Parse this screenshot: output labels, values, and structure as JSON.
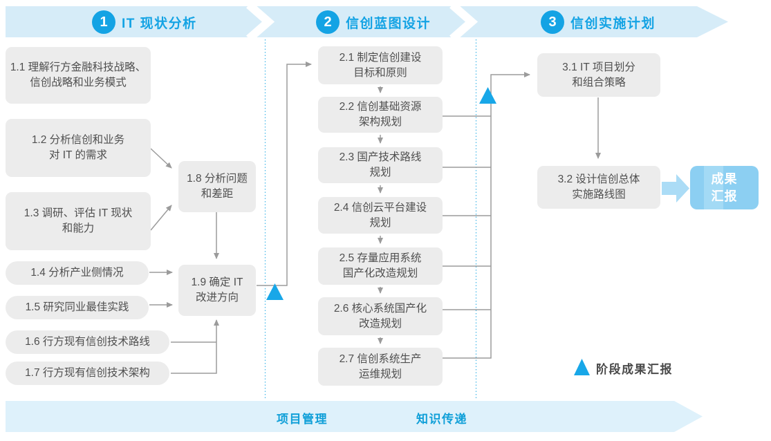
{
  "colors": {
    "accent_blue": "#14a3e4",
    "triangle_blue": "#18a7e8",
    "band_light_blue": "#d6ecf8",
    "bottom_band_blue": "#def1fb",
    "box_gray": "#ececec",
    "box_text_gray": "#4f4f4f",
    "connector_gray": "#9b9b9b",
    "result_box_blue": "#8ccff2"
  },
  "phases": [
    {
      "number": "1",
      "title": "IT 现状分析"
    },
    {
      "number": "2",
      "title": "信创蓝图设计"
    },
    {
      "number": "3",
      "title": "信创实施计划"
    }
  ],
  "phase1_boxes": {
    "b11": {
      "lines": [
        "1.1 理解行方金融科技战略、",
        "信创战略和业务模式"
      ]
    },
    "b12": {
      "lines": [
        "1.2 分析信创和业务",
        "对 IT 的需求"
      ]
    },
    "b13": {
      "lines": [
        "1.3 调研、评估 IT 现状",
        "和能力"
      ]
    },
    "b14": {
      "label": "1.4 分析产业侧情况"
    },
    "b15": {
      "label": "1.5 研究同业最佳实践"
    },
    "b16": {
      "label": "1.6 行方现有信创技术路线"
    },
    "b17": {
      "label": "1.7 行方现有信创技术架构"
    },
    "b18": {
      "lines": [
        "1.8 分析问题",
        "和差距"
      ]
    },
    "b19": {
      "lines": [
        "1.9 确定 IT",
        "改进方向"
      ]
    }
  },
  "phase2_boxes": {
    "b21": {
      "lines": [
        "2.1 制定信创建设",
        "目标和原则"
      ]
    },
    "b22": {
      "lines": [
        "2.2 信创基础资源",
        "架构规划"
      ]
    },
    "b23": {
      "lines": [
        "2.3 国产技术路线",
        "规划"
      ]
    },
    "b24": {
      "lines": [
        "2.4 信创云平台建设",
        "规划"
      ]
    },
    "b25": {
      "lines": [
        "2.5 存量应用系统",
        "国产化改造规划"
      ]
    },
    "b26": {
      "lines": [
        "2.6 核心系统国产化",
        "改造规划"
      ]
    },
    "b27": {
      "lines": [
        "2.7 信创系统生产",
        "运维规划"
      ]
    }
  },
  "phase3_boxes": {
    "b31": {
      "lines": [
        "3.1 IT 项目划分",
        "和组合策略"
      ]
    },
    "b32": {
      "lines": [
        "3.2 设计信创总体",
        "实施路线图"
      ]
    }
  },
  "result_box": {
    "lines": [
      "成果",
      "汇报"
    ]
  },
  "legend": {
    "milestone_label": "阶段成果汇报",
    "milestone_icon": "milestone-triangle"
  },
  "bottom_band": {
    "labels": [
      "项目管理",
      "知识传递"
    ]
  }
}
